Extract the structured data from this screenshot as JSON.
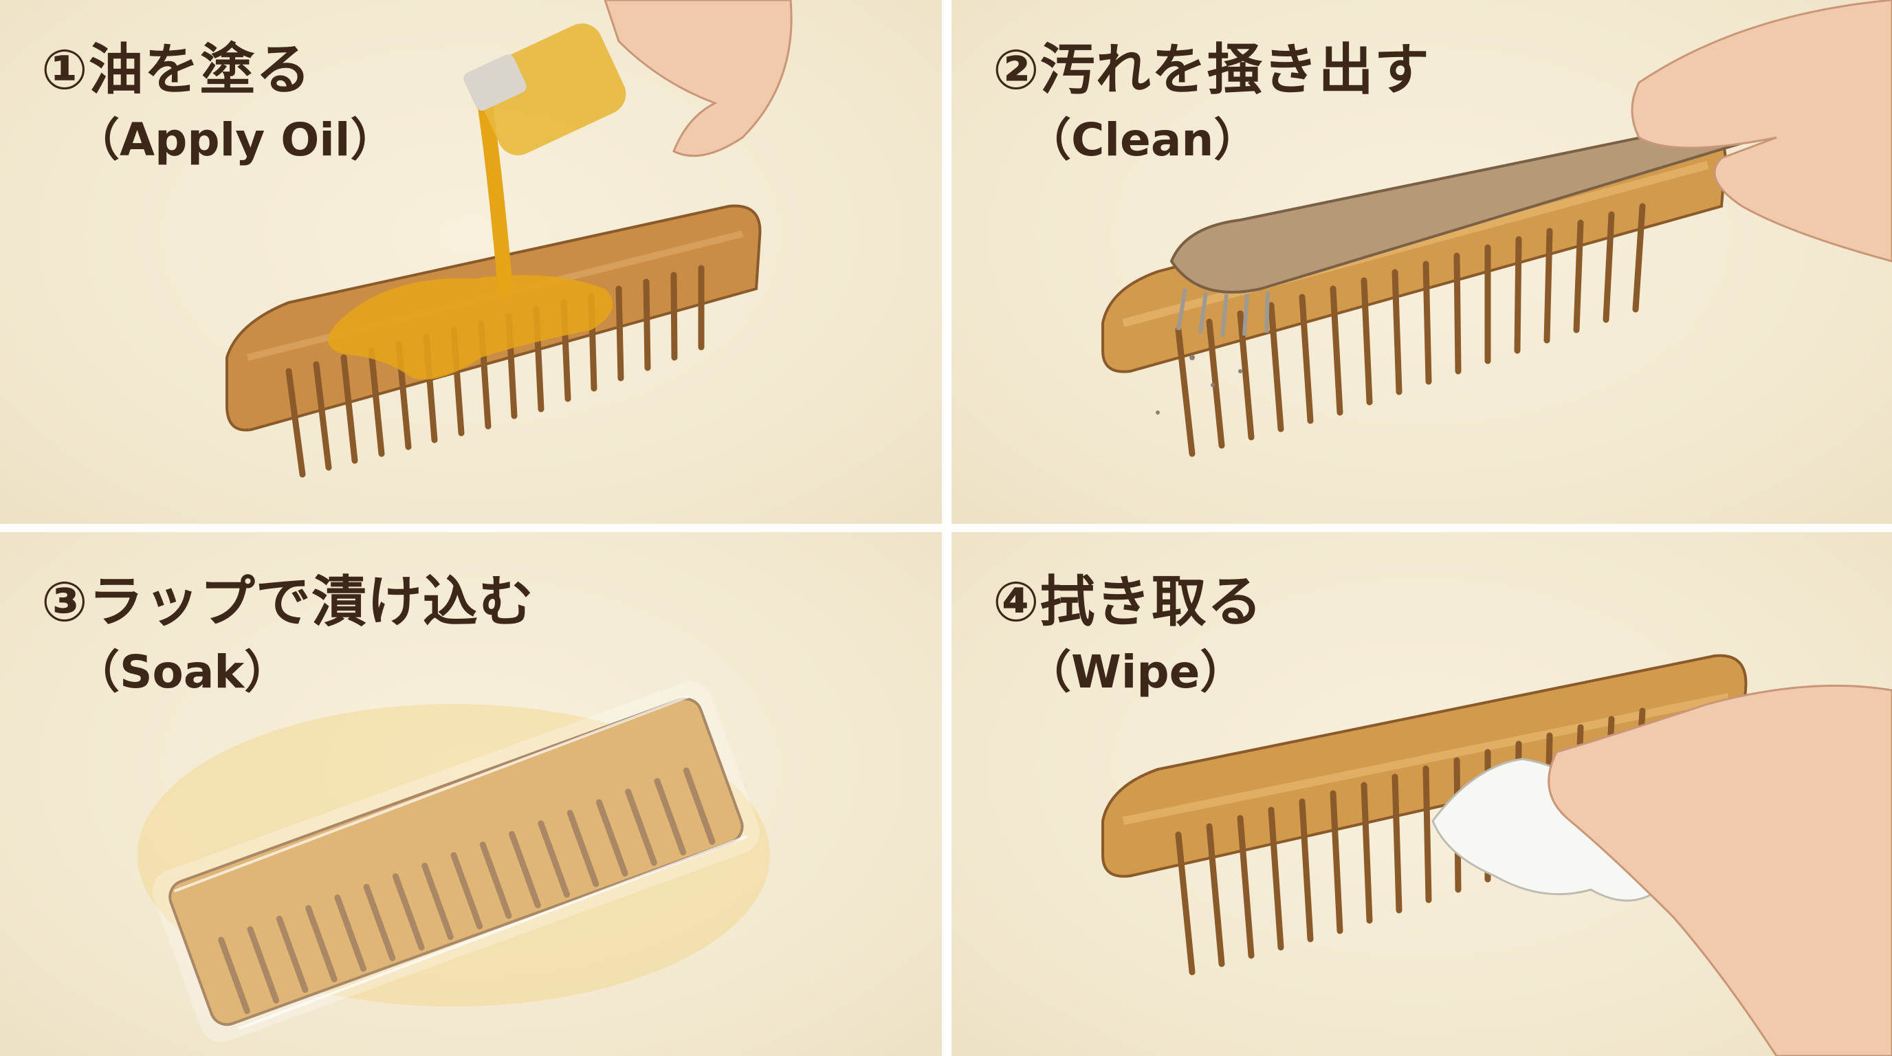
{
  "steps": [
    {
      "title": "①油を塗る",
      "subtitle": "（Apply Oil）"
    },
    {
      "title": "②汚れを掻き出す",
      "subtitle": "（Clean）"
    },
    {
      "title": "③ラップで漬け込む",
      "subtitle": "（Soak）"
    },
    {
      "title": "④拭き取る",
      "subtitle": "（Wipe）"
    }
  ],
  "colors": {
    "background": "#f3eacf",
    "text": "#3d2719",
    "wood": "#c98d45",
    "wood_dark": "#8a5a2b",
    "oil": "#e6a417",
    "skin": "#f1c9ac"
  }
}
